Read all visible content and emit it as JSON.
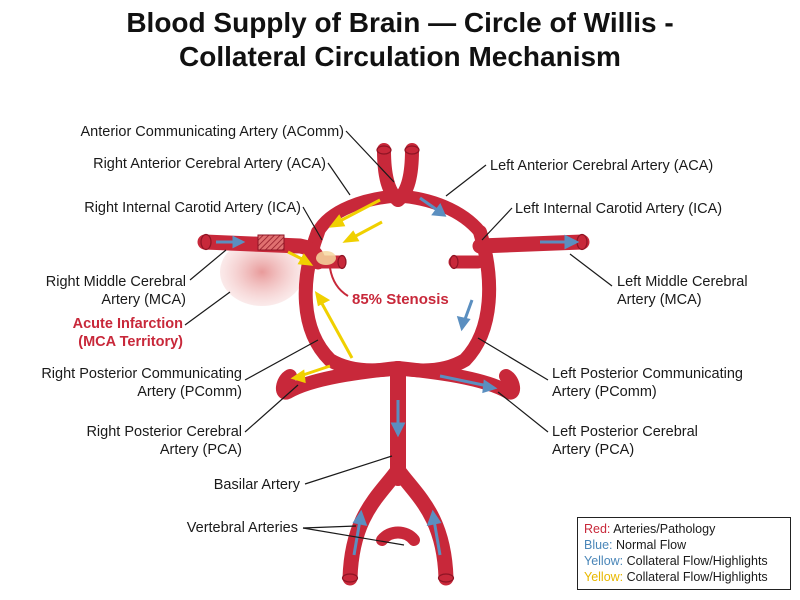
{
  "title": {
    "line1": "Blood Supply of Brain — Circle of Willis -",
    "line2": "Collateral Circulation Mechanism"
  },
  "labels": {
    "acomm": "Anterior Communicating Artery (AComm)",
    "right_aca": "Right Anterior Cerebral Artery (ACA)",
    "right_ica": "Right Internal Carotid Artery (ICA)",
    "right_mca_1": "Right Middle Cerebral",
    "right_mca_2": "Artery (MCA)",
    "infarct_1": "Acute Infarction",
    "infarct_2": "(MCA Territory)",
    "right_pcomm_1": "Right Posterior Communicating",
    "right_pcomm_2": "Artery (PComm)",
    "right_pca_1": "Right Posterior Cerebral",
    "right_pca_2": "Artery (PCA)",
    "basilar": "Basilar Artery",
    "vertebral": "Vertebral Arteries",
    "left_aca": "Left Anterior Cerebral Artery (ACA)",
    "left_ica": "Left Internal Carotid Artery (ICA)",
    "left_mca_1": "Left Middle Cerebral",
    "left_mca_2": "Artery (MCA)",
    "left_pcomm_1": "Left Posterior Communicating",
    "left_pcomm_2": "Artery (PComm)",
    "left_pca_1": "Left Posterior Cerebral",
    "left_pca_2": "Artery (PCA)",
    "stenosis": "85% Stenosis"
  },
  "legend": [
    {
      "key": "Red:",
      "text": "Arteries/Pathology",
      "color": "#c8283a"
    },
    {
      "key": "Blue:",
      "text": "Normal Flow",
      "color": "#4a86b8"
    },
    {
      "key": "Yellow:",
      "text": "Collateral Flow/Highlights",
      "color": "#4a86b8"
    },
    {
      "key": "Yellow:",
      "text": "Collateral Flow/Highlights",
      "color": "#e8b800"
    }
  ],
  "colors": {
    "artery": "#c8283a",
    "artery_dark": "#8e1424",
    "normal_flow": "#5b8fc0",
    "collateral_flow": "#f0d000",
    "infarct": "#e38a8a"
  }
}
